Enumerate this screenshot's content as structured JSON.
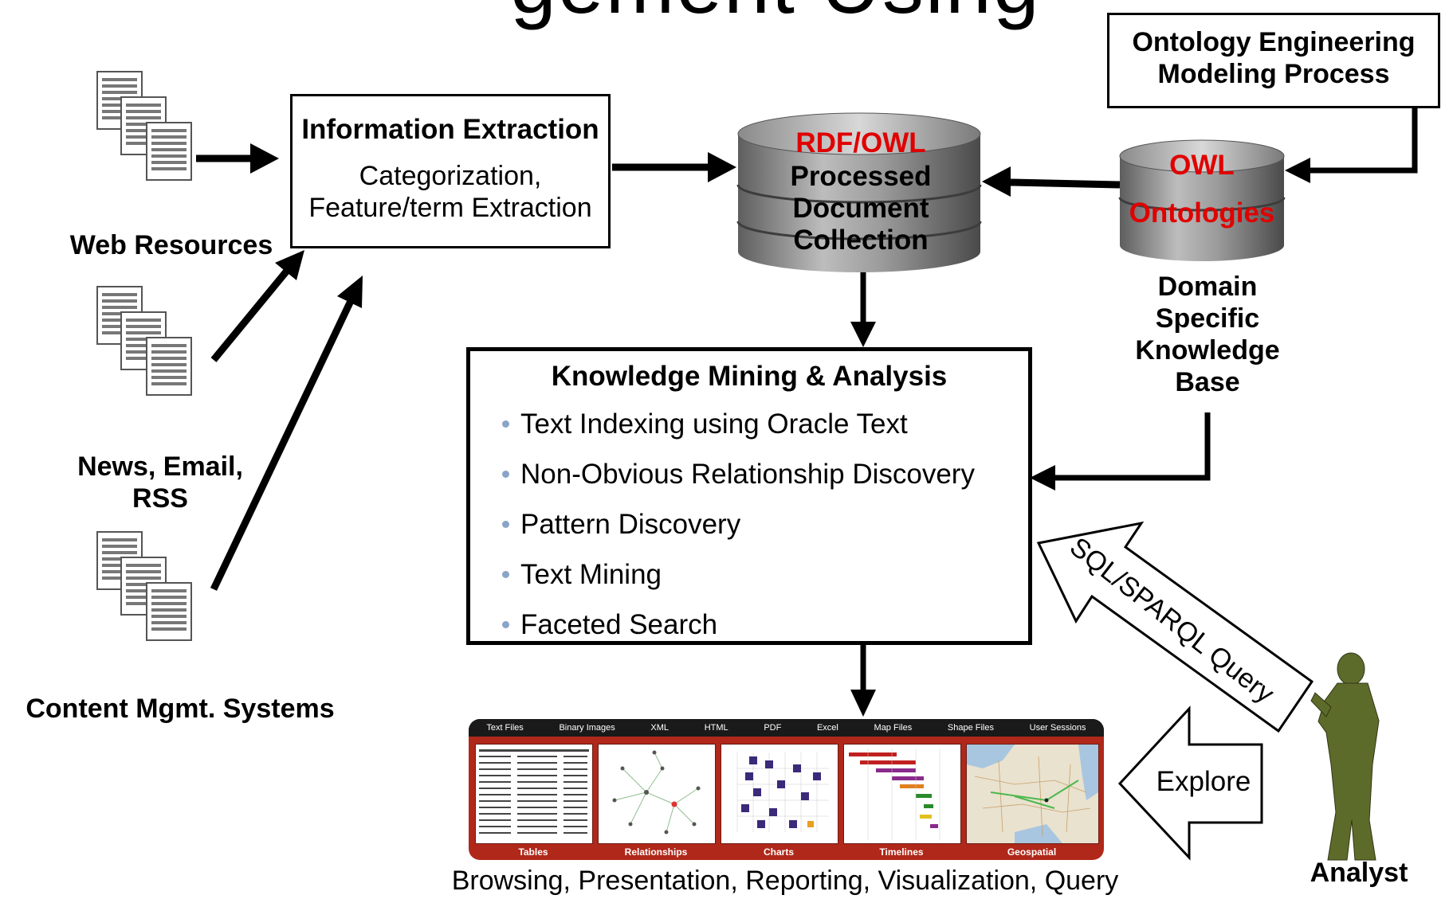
{
  "title": "gement Using",
  "sources": [
    {
      "label": "Web Resources"
    },
    {
      "label": "News, Email, RSS"
    },
    {
      "label": "Content Mgmt. Systems"
    }
  ],
  "info_extraction": {
    "heading": "Information Extraction",
    "body_line1": "Categorization,",
    "body_line2": "Feature/term Extraction"
  },
  "processed_db": {
    "line1": "RDF/OWL",
    "line2": "Processed",
    "line3": "Document",
    "line4": "Collection"
  },
  "ontology_engineering": {
    "line1": "Ontology Engineering",
    "line2": "Modeling Process"
  },
  "owl_db": {
    "line1": "OWL",
    "line2": "Ontologies"
  },
  "knowledge_base": {
    "line1": "Domain",
    "line2": "Specific",
    "line3": "Knowledge",
    "line4": "Base"
  },
  "knowledge_mining": {
    "heading": "Knowledge Mining & Analysis",
    "items": [
      "Text Indexing using Oracle Text",
      "Non-Obvious Relationship Discovery",
      "Pattern Discovery",
      "Text Mining",
      "Faceted Search"
    ]
  },
  "query_arrow": {
    "label": "SQL/SPARQL Query"
  },
  "explore_arrow": {
    "label": "Explore"
  },
  "analyst": {
    "label": "Analyst"
  },
  "viz_panel": {
    "tabs": [
      "Text Files",
      "Binary Images",
      "XML",
      "HTML",
      "PDF",
      "Excel",
      "Map Files",
      "Shape Files",
      "User Sessions"
    ],
    "tiles": [
      "Tables",
      "Relationships",
      "Charts",
      "Timelines",
      "Geospatial"
    ]
  },
  "bottom_caption": "Browsing, Presentation, Reporting, Visualization, Query",
  "colors": {
    "accent_red": "#e00000",
    "bullet": "#8aa4c8",
    "cylinder_gray": "#8c8c8c",
    "panel_red": "#b0281a",
    "analyst_figure": "#5d6b2a"
  }
}
